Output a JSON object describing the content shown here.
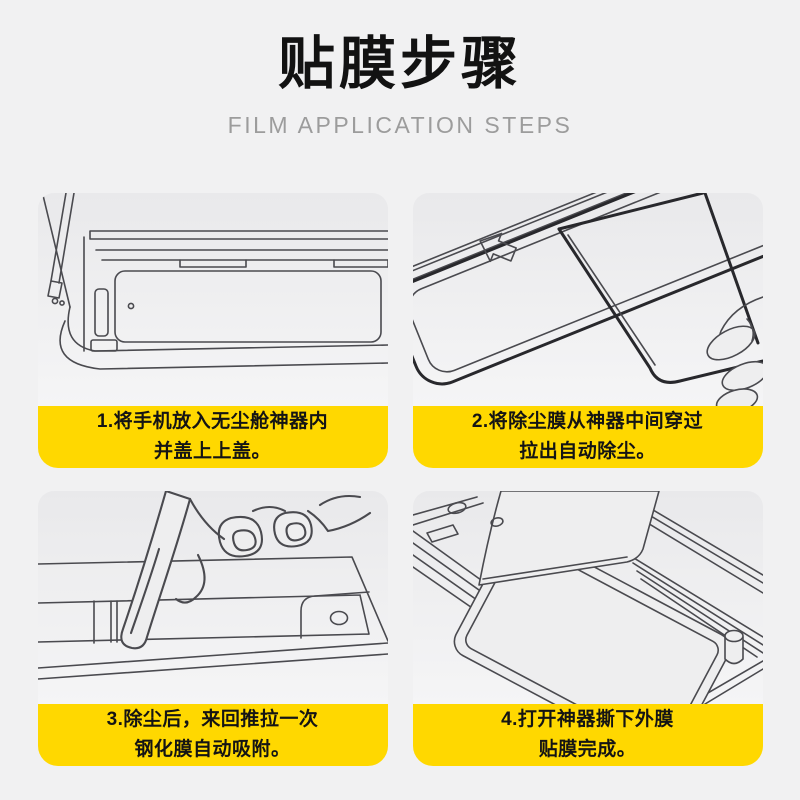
{
  "header": {
    "title": "贴膜步骤",
    "subtitle": "FILM APPLICATION STEPS"
  },
  "steps": [
    {
      "number": "1",
      "line1": "1.将手机放入无尘舱神器内",
      "line2": "并盖上上盖。",
      "illustration": "phone-placed-in-dust-free-chamber"
    },
    {
      "number": "2",
      "line1": "2.将除尘膜从神器中间穿过",
      "line2": "拉出自动除尘。",
      "illustration": "dust-removal-film-pulled-through-chamber"
    },
    {
      "number": "3",
      "line1": "3.除尘后，来回推拉一次",
      "line2": "钢化膜自动吸附。",
      "illustration": "hand-slides-film-back-and-forth"
    },
    {
      "number": "4",
      "line1": "4.打开神器撕下外膜",
      "line2": "贴膜完成。",
      "illustration": "open-chamber-peel-outer-film"
    }
  ],
  "colors": {
    "background": "#f1f1f2",
    "panel_top": "#e9e9eb",
    "panel_bottom": "#f5f5f6",
    "accent_yellow": "#ffd800",
    "title_text": "#121212",
    "subtitle_text": "#9c9c9c",
    "caption_text": "#141414",
    "line_art": "#4a4a4f",
    "line_art_bold": "#28282c"
  }
}
